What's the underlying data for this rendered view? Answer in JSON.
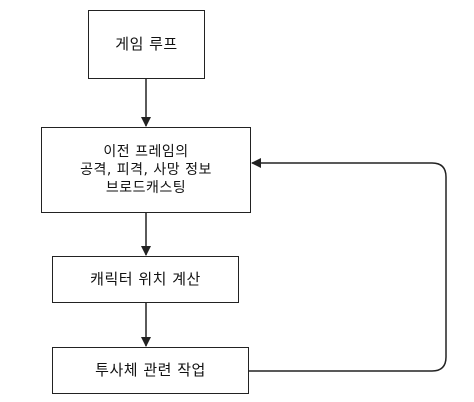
{
  "diagram": {
    "nodes": [
      {
        "id": "game-loop",
        "label": "게임 루프"
      },
      {
        "id": "broadcast",
        "label_lines": [
          "이전 프레임의",
          "공격, 피격, 사망 정보",
          "브로드캐스팅"
        ]
      },
      {
        "id": "char-pos",
        "label": "캐릭터 위치 계산"
      },
      {
        "id": "projectile",
        "label": "투사체 관련 작업"
      }
    ],
    "edges": [
      {
        "from": "game-loop",
        "to": "broadcast"
      },
      {
        "from": "broadcast",
        "to": "char-pos"
      },
      {
        "from": "char-pos",
        "to": "projectile"
      },
      {
        "from": "projectile",
        "to": "broadcast",
        "type": "loop-back"
      }
    ],
    "colors": {
      "stroke": "#222222",
      "fill": "#ffffff"
    }
  }
}
